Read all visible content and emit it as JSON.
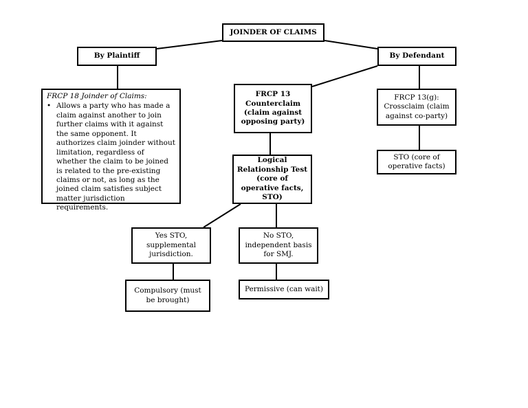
{
  "title": "JOINDER OF CLAIMS",
  "by_plaintiff": "By Plaintiff",
  "by_defendant": "By Defendant",
  "frcp18": {
    "heading": "FRCP 18 Joinder of Claims:",
    "bullet": "Allows a party who has made a claim against another to join further claims with it against the same opponent. It authorizes claim joinder without limitation, regardless of whether the claim to be joined is related to the pre-existing claims or not, as long as the joined claim satisfies subject matter jurisdiction requirements."
  },
  "frcp13": {
    "line1": "FRCP 13",
    "line2": "Counterclaim",
    "line3": "(claim against opposing party)"
  },
  "crossclaim": {
    "line1": "FRCP 13(g):",
    "line2": "Crossclaim (claim against co-party)"
  },
  "sto_box": "STO (core of operative facts)",
  "logical_test": "Logical Relationship Test (core of operative facts, STO)",
  "yes_sto": "Yes STO, supplemental jurisdiction.",
  "no_sto": "No STO, independent basis for SMJ.",
  "compulsory": "Compulsory (must be brought)",
  "permissive": "Permissive (can wait)"
}
